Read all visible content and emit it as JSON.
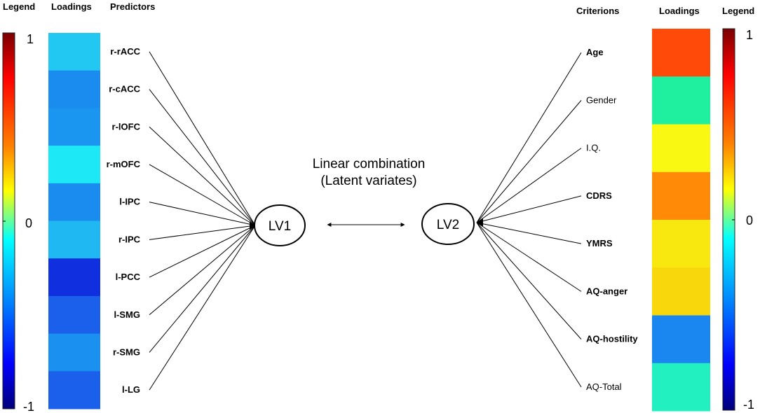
{
  "left": {
    "legend_header": "Legend",
    "loadings_header": "Loadings",
    "predictors_header": "Predictors",
    "scale_ticks": [
      "1",
      "0",
      "-1"
    ],
    "predictors": [
      {
        "label": "r-rACC",
        "bold": true,
        "color": "#22c8f2"
      },
      {
        "label": "r-cACC",
        "bold": true,
        "color": "#1a8cf0"
      },
      {
        "label": "r-lOFC",
        "bold": true,
        "color": "#1a96f0"
      },
      {
        "label": "r-mOFC",
        "bold": true,
        "color": "#1de8f5"
      },
      {
        "label": "l-IPC",
        "bold": true,
        "color": "#1a8cf0"
      },
      {
        "label": "r-IPC",
        "bold": true,
        "color": "#1fb8f2"
      },
      {
        "label": "l-PCC",
        "bold": true,
        "color": "#1030e0"
      },
      {
        "label": "l-SMG",
        "bold": true,
        "color": "#1a60ea"
      },
      {
        "label": "r-SMG",
        "bold": true,
        "color": "#1a90f0"
      },
      {
        "label": "l-LG",
        "bold": true,
        "color": "#1a60ea"
      }
    ]
  },
  "right": {
    "criterions_header": "Criterions",
    "loadings_header": "Loadings",
    "legend_header": "Legend",
    "scale_ticks": [
      "1",
      "0",
      "-1"
    ],
    "criterions": [
      {
        "label": "Age",
        "bold": true,
        "color": "#ff4a0a"
      },
      {
        "label": "Gender",
        "bold": false,
        "color": "#1ef0a0"
      },
      {
        "label": "I.Q.",
        "bold": false,
        "color": "#f8f812"
      },
      {
        "label": "CDRS",
        "bold": true,
        "color": "#ff8a08"
      },
      {
        "label": "YMRS",
        "bold": true,
        "color": "#f8e810"
      },
      {
        "label": "AQ-anger",
        "bold": true,
        "color": "#f8d80c"
      },
      {
        "label": "AQ-hostility",
        "bold": true,
        "color": "#1a86f0"
      },
      {
        "label": "AQ-Total",
        "bold": false,
        "color": "#22f0c0"
      }
    ]
  },
  "center": {
    "title_line1": "Linear combination",
    "title_line2": "(Latent variates)",
    "lv1": "LV1",
    "lv2": "LV2"
  },
  "colors": {
    "scale_stops": [
      "#7a0000",
      "#ff0000",
      "#ff8000",
      "#ffff00",
      "#00ffff",
      "#0080ff",
      "#0000ff",
      "#00007a"
    ]
  }
}
